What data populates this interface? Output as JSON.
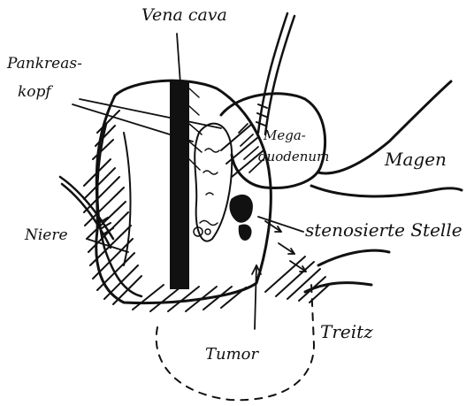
{
  "labels": {
    "vena_cava": "Vena cava",
    "pankreaskopf_line1": "Pankreas-",
    "pankreaskopf_line2": "kopf",
    "megaduodenum_line1": "Mega-",
    "megaduodenum_line2": "duodenum",
    "magen": "Magen",
    "niere": "Niere",
    "stenosierte_stelle": "stenosierte Stelle",
    "tumor": "Tumor",
    "treitz": "Treitz"
  },
  "colors": {
    "ink": "#111111",
    "paper": "#ffffff"
  }
}
